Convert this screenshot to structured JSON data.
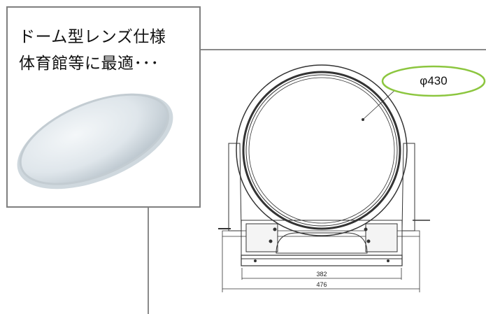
{
  "callout": {
    "line1": "ドーム型レンズ仕様",
    "line2": "体育館等に最適･･･"
  },
  "dimensions": {
    "diameter_label": "φ430",
    "inner_width": "382",
    "outer_width": "476"
  },
  "colors": {
    "border": "#7f7f7f",
    "ellipse_outline": "#8cc63f",
    "dome_light": "#e8eef2",
    "dome_mid": "#d5dde3"
  },
  "icons": {
    "lamp": "dome-led-lamp-icon",
    "fixture": "floodlight-fixture-drawing"
  }
}
